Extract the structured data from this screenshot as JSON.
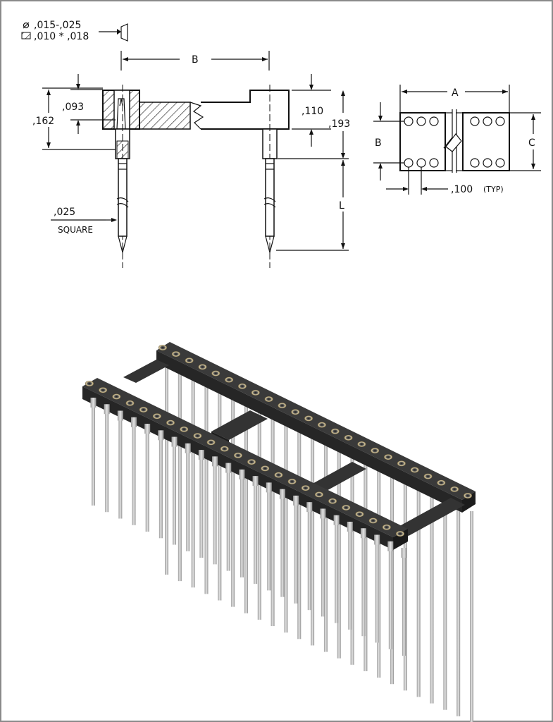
{
  "drawing": {
    "legend_diameter": ",015-,025",
    "legend_square": ",010 * ,018",
    "dim_B_top": "B",
    "dim_093": ",093",
    "dim_162": ",162",
    "dim_110": ",110",
    "dim_193": ",193",
    "dim_L": "L",
    "dim_025": ",025",
    "square_label": "SQUARE",
    "dim_A": "A",
    "dim_B_side": "B",
    "dim_C": "C",
    "dim_100": ",100",
    "typ_label": "(TYP)"
  },
  "colors": {
    "socket_body": "#2a2a2a",
    "pin": "#c8c8c8"
  }
}
